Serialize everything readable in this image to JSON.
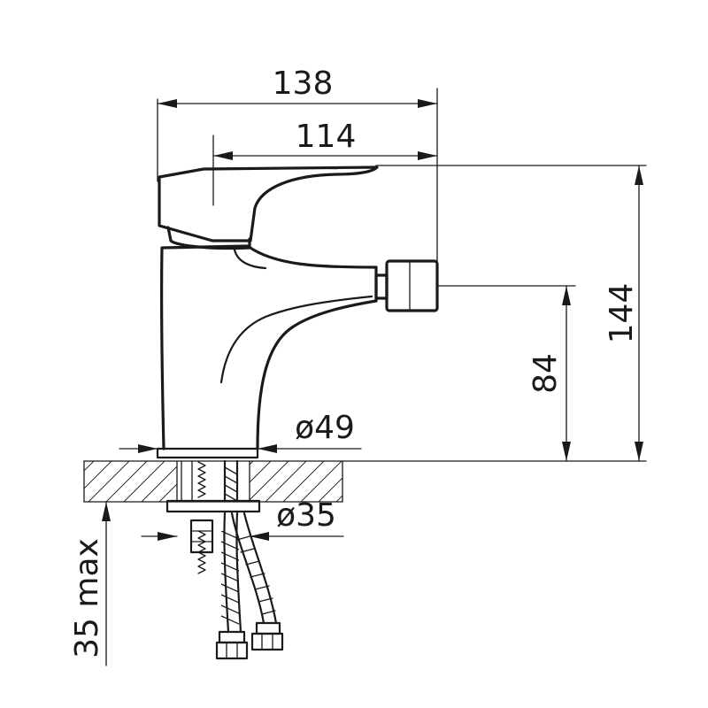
{
  "dimensions": {
    "overall_width": "138",
    "spout_reach": "114",
    "overall_height": "144",
    "spout_height": "84",
    "base_diameter": "ø49",
    "hole_diameter": "ø35",
    "max_deck_thickness": "35 max"
  }
}
